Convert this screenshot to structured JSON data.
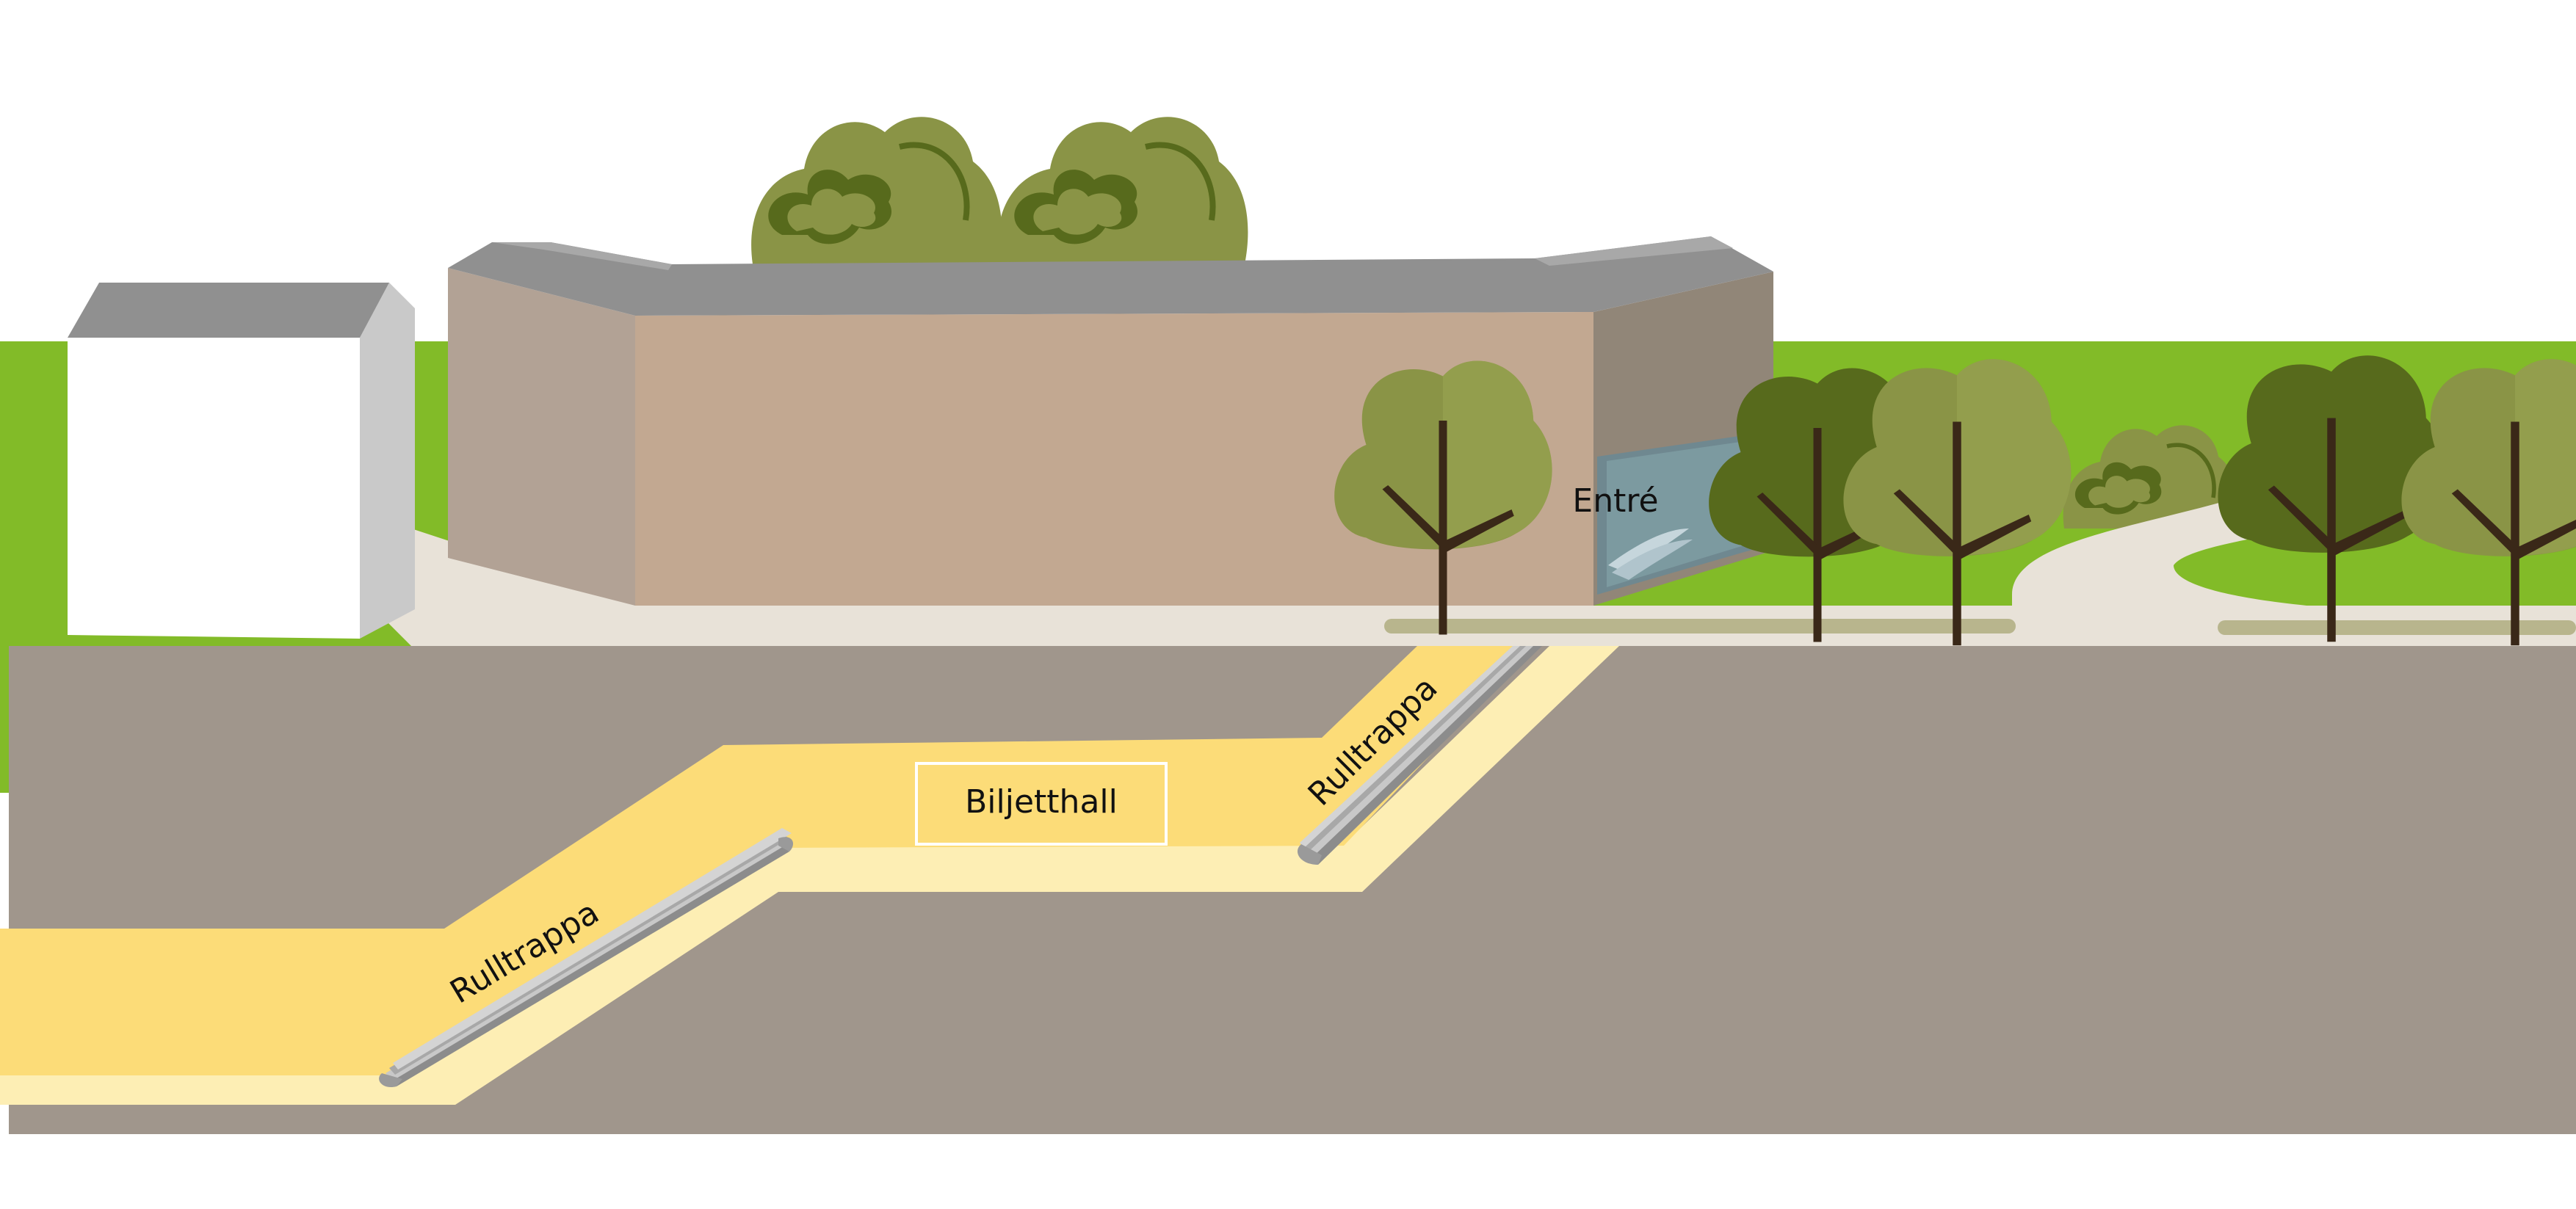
{
  "labels": {
    "entrance": "Entré",
    "ticket_hall": "Biljetthall",
    "escalator_lower": "Rulltrappa",
    "escalator_upper": "Rulltrappa"
  },
  "colors": {
    "sky": "#ffffff",
    "grass": "#82bb28",
    "path": "#e8e2d8",
    "ground": "#a0968c",
    "tunnel": "#fcdc78",
    "tunnel_floor": "#fdeeb4",
    "escalator": "#b4b4b4",
    "roof": "#909090",
    "wall_front": "#c2a891",
    "wall_side": "#b2a295",
    "wall_right": "#918678",
    "glass": "#7c9aa0",
    "tree_light": "#8a9446",
    "tree_dark": "#576a1c",
    "trunk": "#3a2818"
  },
  "icons": {
    "tree": "deciduous-tree-icon",
    "bush": "bush-icon"
  }
}
